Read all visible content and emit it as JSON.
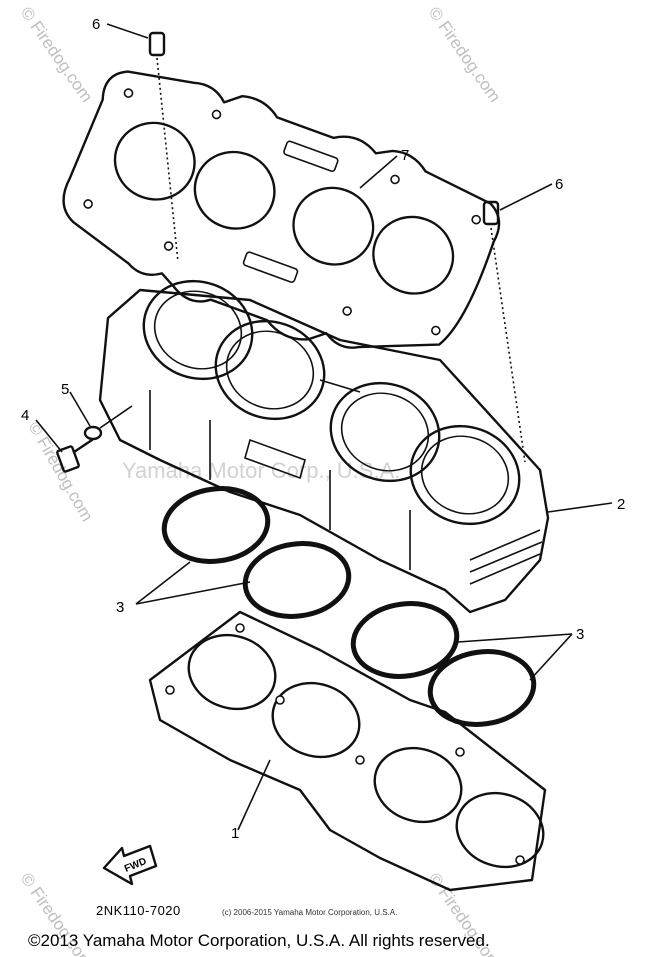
{
  "callouts": {
    "c1": "1",
    "c2": "2",
    "c3a": "3",
    "c3b": "3",
    "c4": "4",
    "c5": "5",
    "c6a": "6",
    "c6b": "6",
    "c7": "7"
  },
  "watermarks": {
    "corner": "© Firedog.com",
    "side": "© Firedog.com",
    "center": "Yamaha Motor Corp., U.S.A."
  },
  "fwd_label": "FWD",
  "part_code": "2NK110-7020",
  "small_copyright": "(c) 2006-2015 Yamaha Motor Corporation, U.S.A.",
  "footer_copyright": "©2013 Yamaha Motor Corporation, U.S.A. All rights reserved."
}
